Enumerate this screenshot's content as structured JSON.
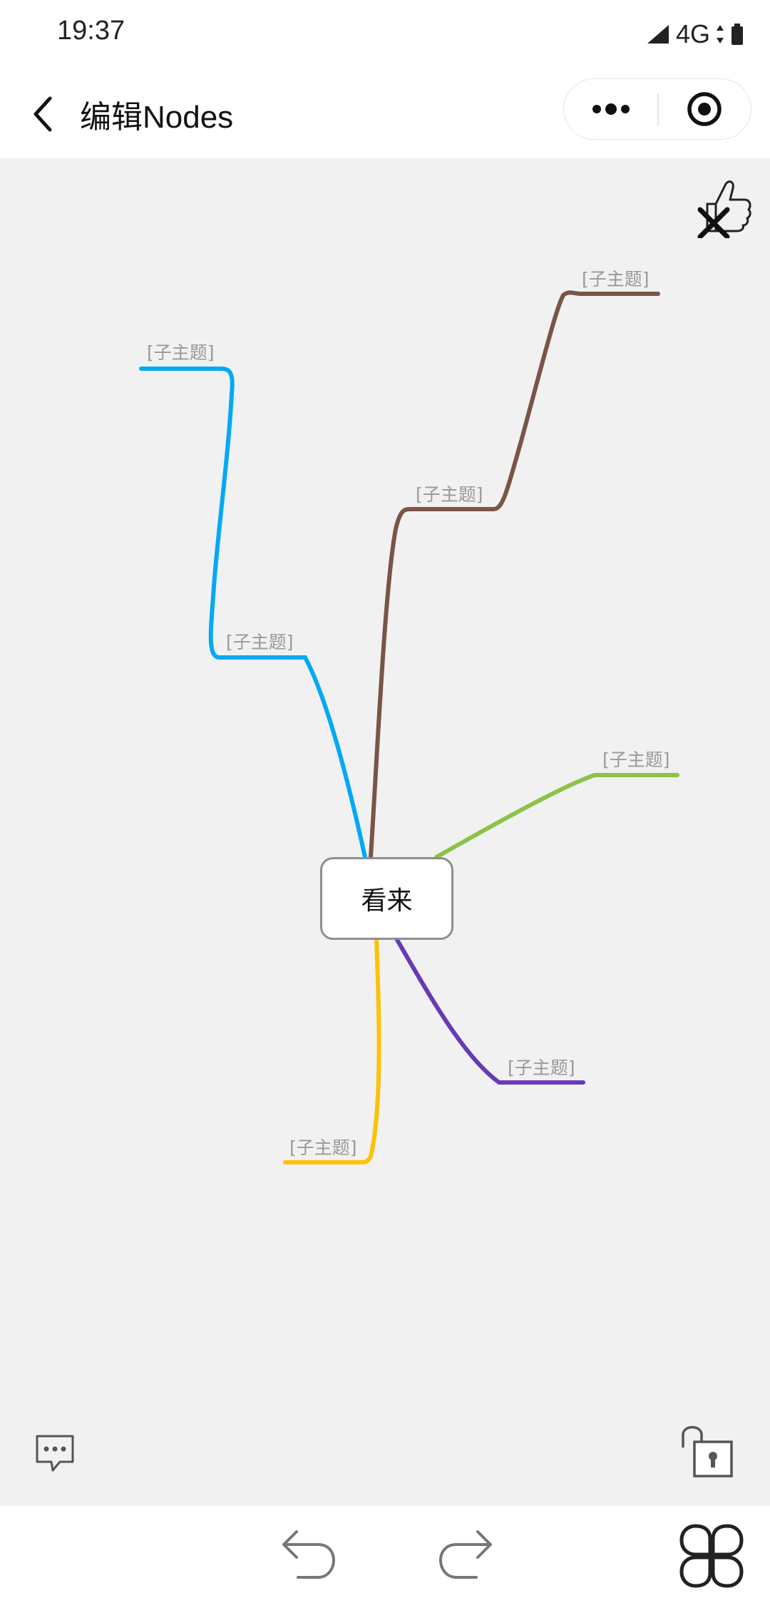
{
  "status_bar": {
    "time": "19:37",
    "network": "4G"
  },
  "nav": {
    "title": "编辑Nodes",
    "icons": {
      "back": "chevron-left-icon",
      "more": "more-dots-icon",
      "target": "target-icon"
    }
  },
  "mindmap": {
    "root": {
      "label": "看来"
    },
    "branches": [
      {
        "color": "#03a9f4",
        "topics": [
          {
            "label": "[子主题]"
          },
          {
            "label": "[子主题]"
          }
        ]
      },
      {
        "color": "#795548",
        "topics": [
          {
            "label": "[子主题]"
          },
          {
            "label": "[子主题]"
          }
        ]
      },
      {
        "color": "#8bc34a",
        "topics": [
          {
            "label": "[子主题]"
          }
        ]
      },
      {
        "color": "#673ab7",
        "topics": [
          {
            "label": "[子主题]"
          }
        ]
      },
      {
        "color": "#ffc107",
        "topics": [
          {
            "label": "[子主题]"
          }
        ]
      }
    ]
  },
  "canvas_tools": {
    "like": "thumbs-up-close-icon",
    "comment": "comment-icon",
    "lock": "unlock-icon"
  },
  "toolbar": {
    "undo": "undo-icon",
    "redo": "redo-icon",
    "apps": "clover-grid-icon"
  },
  "colors": {
    "canvas_background": "#f1f1f1",
    "root_border": "#8e8e8e",
    "topic_text": "#999999"
  }
}
